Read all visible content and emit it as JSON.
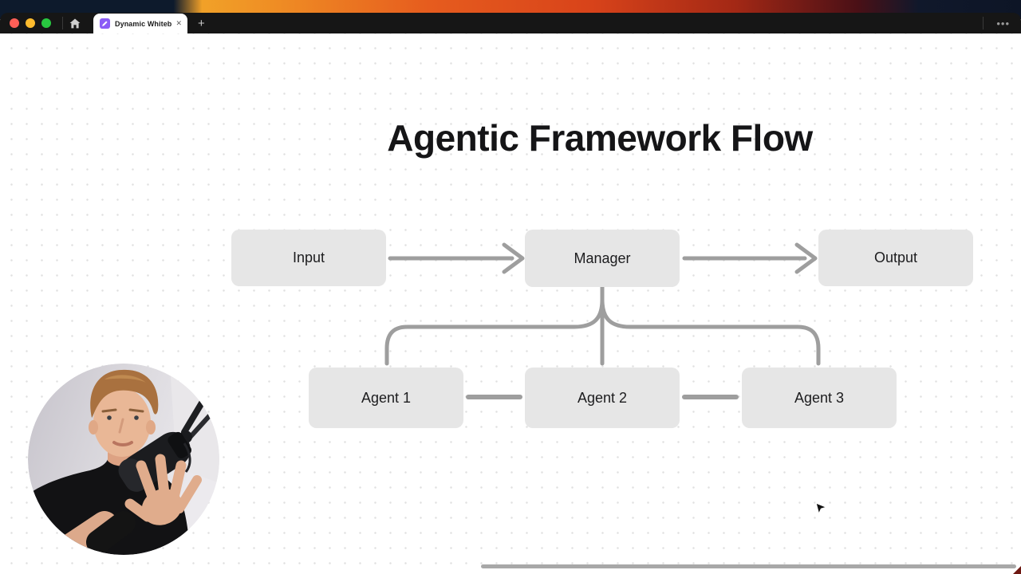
{
  "browser": {
    "window_controls": {
      "close": "close",
      "minimize": "minimize",
      "zoom": "zoom"
    },
    "tab": {
      "title": "Dynamic Whiteboard",
      "close_glyph": "✕",
      "favicon": "pencil-icon"
    },
    "new_tab_glyph": "+",
    "overflow_menu_glyph": "•••"
  },
  "whiteboard": {
    "title": "Agentic Framework Flow",
    "nodes": [
      {
        "id": "input",
        "label": "Input"
      },
      {
        "id": "manager",
        "label": "Manager"
      },
      {
        "id": "output",
        "label": "Output"
      },
      {
        "id": "agent1",
        "label": "Agent 1"
      },
      {
        "id": "agent2",
        "label": "Agent 2"
      },
      {
        "id": "agent3",
        "label": "Agent 3"
      }
    ],
    "edges": [
      {
        "from": "input",
        "to": "manager",
        "type": "arrow"
      },
      {
        "from": "manager",
        "to": "output",
        "type": "arrow"
      },
      {
        "from": "manager",
        "to": "agent1",
        "type": "line"
      },
      {
        "from": "manager",
        "to": "agent2",
        "type": "line"
      },
      {
        "from": "manager",
        "to": "agent3",
        "type": "line"
      },
      {
        "from": "agent1",
        "to": "agent2",
        "type": "line"
      },
      {
        "from": "agent2",
        "to": "agent3",
        "type": "line"
      }
    ]
  },
  "overlay": {
    "webcam_label": "presenter webcam"
  },
  "colors": {
    "node_fill": "#e6e6e6",
    "connector": "#9e9e9e",
    "chrome_bg": "#161616",
    "tab_bg": "#ffffff",
    "favicon_purple": "#8b5cf6",
    "traffic_red": "#ff5f57",
    "traffic_yellow": "#febc2e",
    "traffic_green": "#28c840",
    "dot_grid": "#e0e0e0"
  }
}
